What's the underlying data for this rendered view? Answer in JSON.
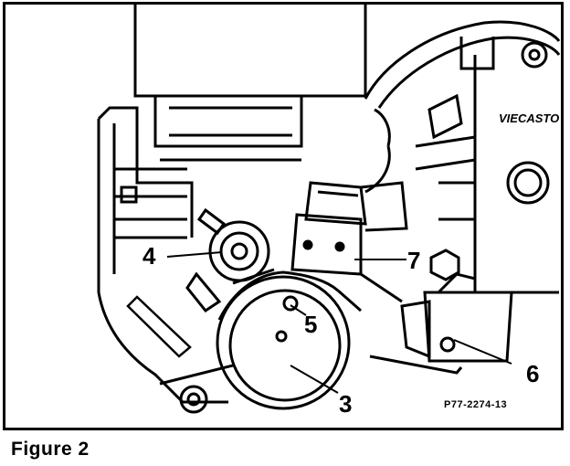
{
  "figure": {
    "caption": "Figure 2",
    "part_code": "P77-2274-13",
    "nameplate_text": "VIECASTO",
    "callouts": {
      "c3": "3",
      "c4": "4",
      "c5": "5",
      "c6": "6",
      "c7": "7"
    }
  },
  "colors": {
    "ink": "#000000",
    "paper": "#ffffff"
  }
}
